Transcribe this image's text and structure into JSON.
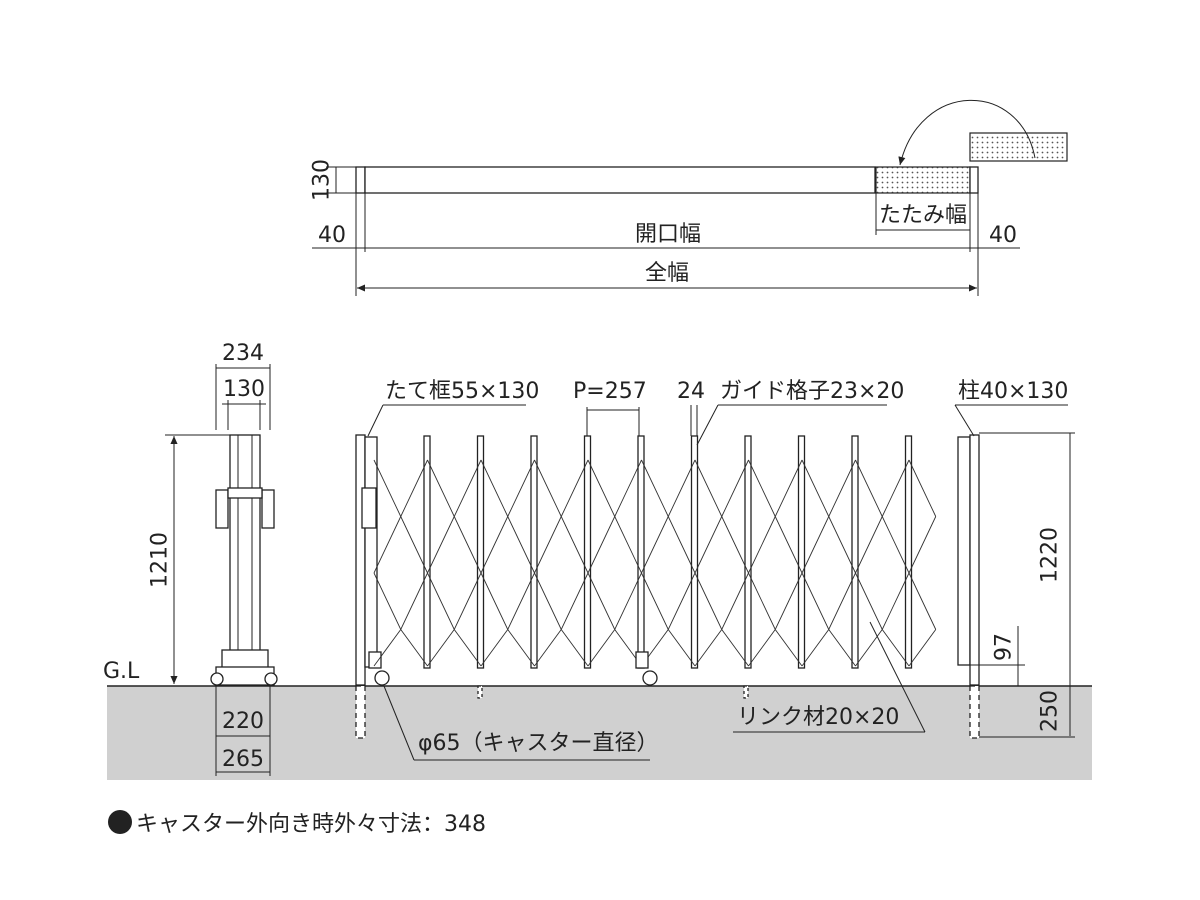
{
  "plan_view": {
    "height_label": "130",
    "left_end_label": "40",
    "right_end_label": "40",
    "opening_width_label": "開口幅",
    "folded_width_label": "たたみ幅",
    "total_width_label": "全幅"
  },
  "side_view": {
    "top_width_label": "234",
    "post_width_label": "130",
    "height_label": "1210",
    "ground_label": "G.L",
    "base_width_label": "220",
    "caster_span_label": "265"
  },
  "front_view": {
    "stile_label": "たて框55×130",
    "pitch_label": "P=257",
    "guide_gap_label": "24",
    "guide_grid_label": "ガイド格子23×20",
    "post_label": "柱40×130",
    "height_label": "1220",
    "bottom_gap_label": "97",
    "embed_label": "250",
    "link_label": "リンク材20×20",
    "caster_label": "φ65（キャスター直径）"
  },
  "footer": {
    "note": "キャスター外向き時外々寸法：348"
  },
  "colors": {
    "ground": "#d0d0d0",
    "line": "#222222",
    "hatch": "#555555"
  }
}
